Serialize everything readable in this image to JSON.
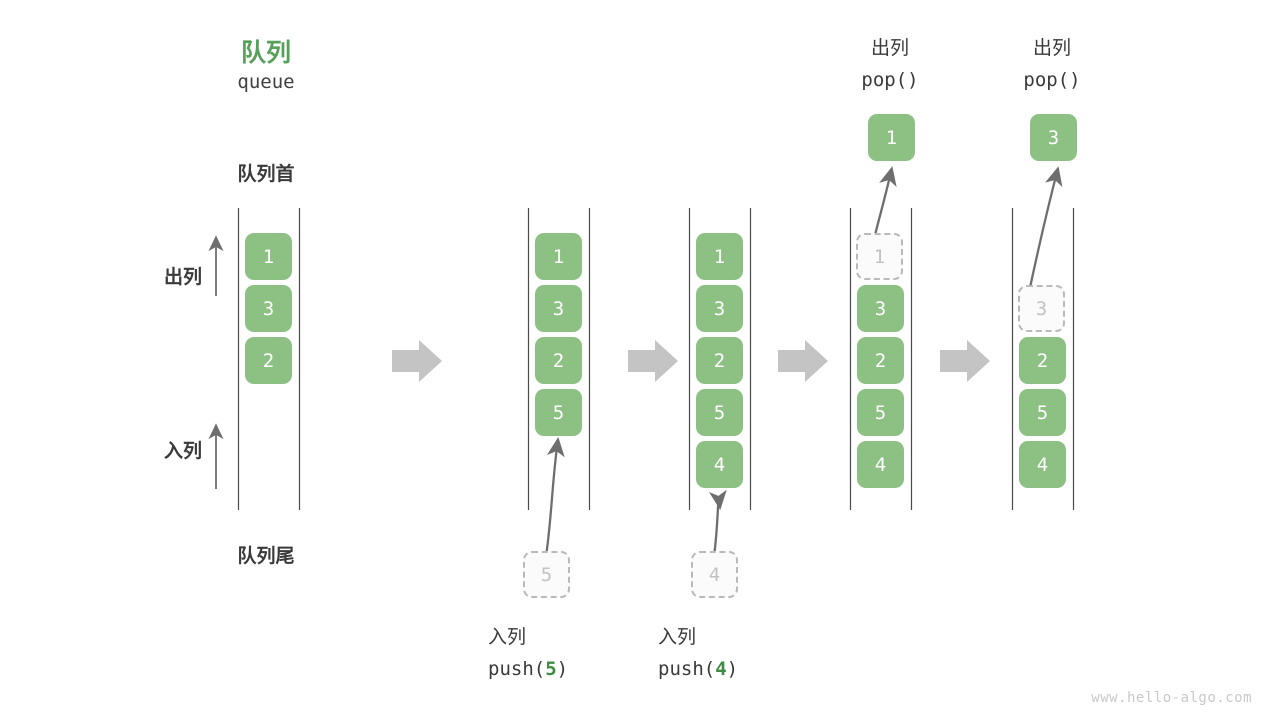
{
  "diagram": {
    "title_cn": "队列",
    "title_en": "queue",
    "head_label": "队列首",
    "tail_label": "队列尾",
    "dequeue_label": "出列",
    "enqueue_label": "入列",
    "watermark": "www.hello-algo.com",
    "colors": {
      "accent_green": "#8cc183",
      "title_green": "#57a05a",
      "code_green": "#3f8a44",
      "text_dark": "#3a3a3a",
      "ghost_gray": "#c2c2c2",
      "rail_gray": "#4a4a4a",
      "arrow_gray": "#c4c4c4",
      "curve_gray": "#6e6e6e"
    }
  },
  "steps": [
    {
      "id": "initial",
      "cells": [
        "1",
        "3",
        "2"
      ],
      "ghost_index": -1,
      "caption_cn": "",
      "caption_code": "",
      "caption_code_num": ""
    },
    {
      "id": "push-5",
      "cells": [
        "1",
        "3",
        "2",
        "5"
      ],
      "ghost_index": -1,
      "incoming_value": "5",
      "caption_cn": "入列",
      "caption_code_prefix": "push(",
      "caption_code_num": "5",
      "caption_code_suffix": ")"
    },
    {
      "id": "push-4",
      "cells": [
        "1",
        "3",
        "2",
        "5",
        "4"
      ],
      "ghost_index": -1,
      "incoming_value": "4",
      "caption_cn": "入列",
      "caption_code_prefix": "push(",
      "caption_code_num": "4",
      "caption_code_suffix": ")"
    },
    {
      "id": "pop-1",
      "cells": [
        "1",
        "3",
        "2",
        "5",
        "4"
      ],
      "ghost_index": 0,
      "popped_value": "1",
      "top_cn": "出列",
      "top_code": "pop()"
    },
    {
      "id": "pop-3",
      "cells": [
        "",
        "3",
        "2",
        "5",
        "4"
      ],
      "ghost_index": 1,
      "popped_value": "3",
      "top_cn": "出列",
      "top_code": "pop()"
    }
  ],
  "transition_arrows": 4
}
